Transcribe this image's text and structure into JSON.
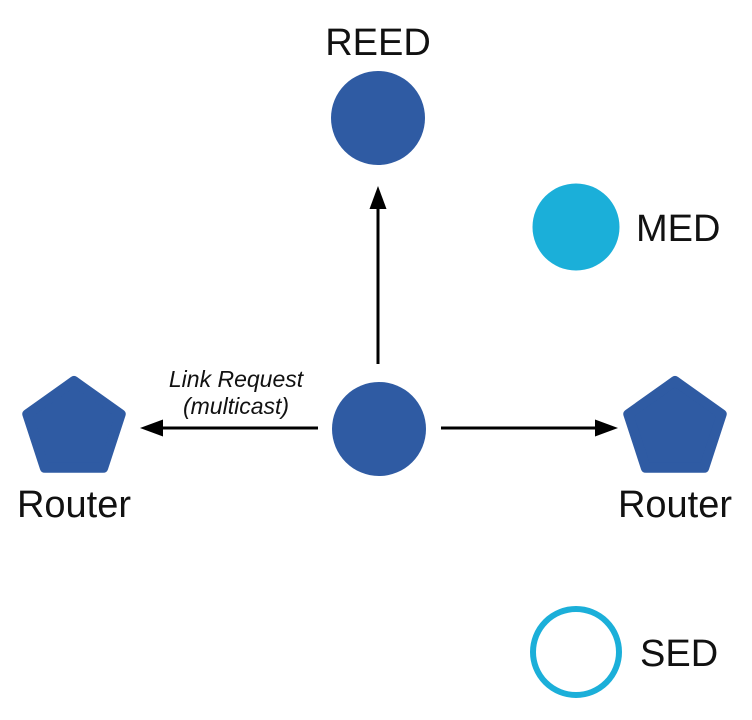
{
  "diagram": {
    "type": "network-topology",
    "labels": {
      "reed": "REED",
      "med": "MED",
      "sed": "SED",
      "router_left": "Router",
      "router_right": "Router"
    },
    "annotation": {
      "line1": "Link Request",
      "line2": "(multicast)"
    },
    "colors": {
      "node_blue": "#2F5BA3",
      "accent_cyan": "#1BAFD9",
      "arrow_black": "#000000",
      "text_black": "#111111",
      "background": "#FFFFFF"
    }
  }
}
